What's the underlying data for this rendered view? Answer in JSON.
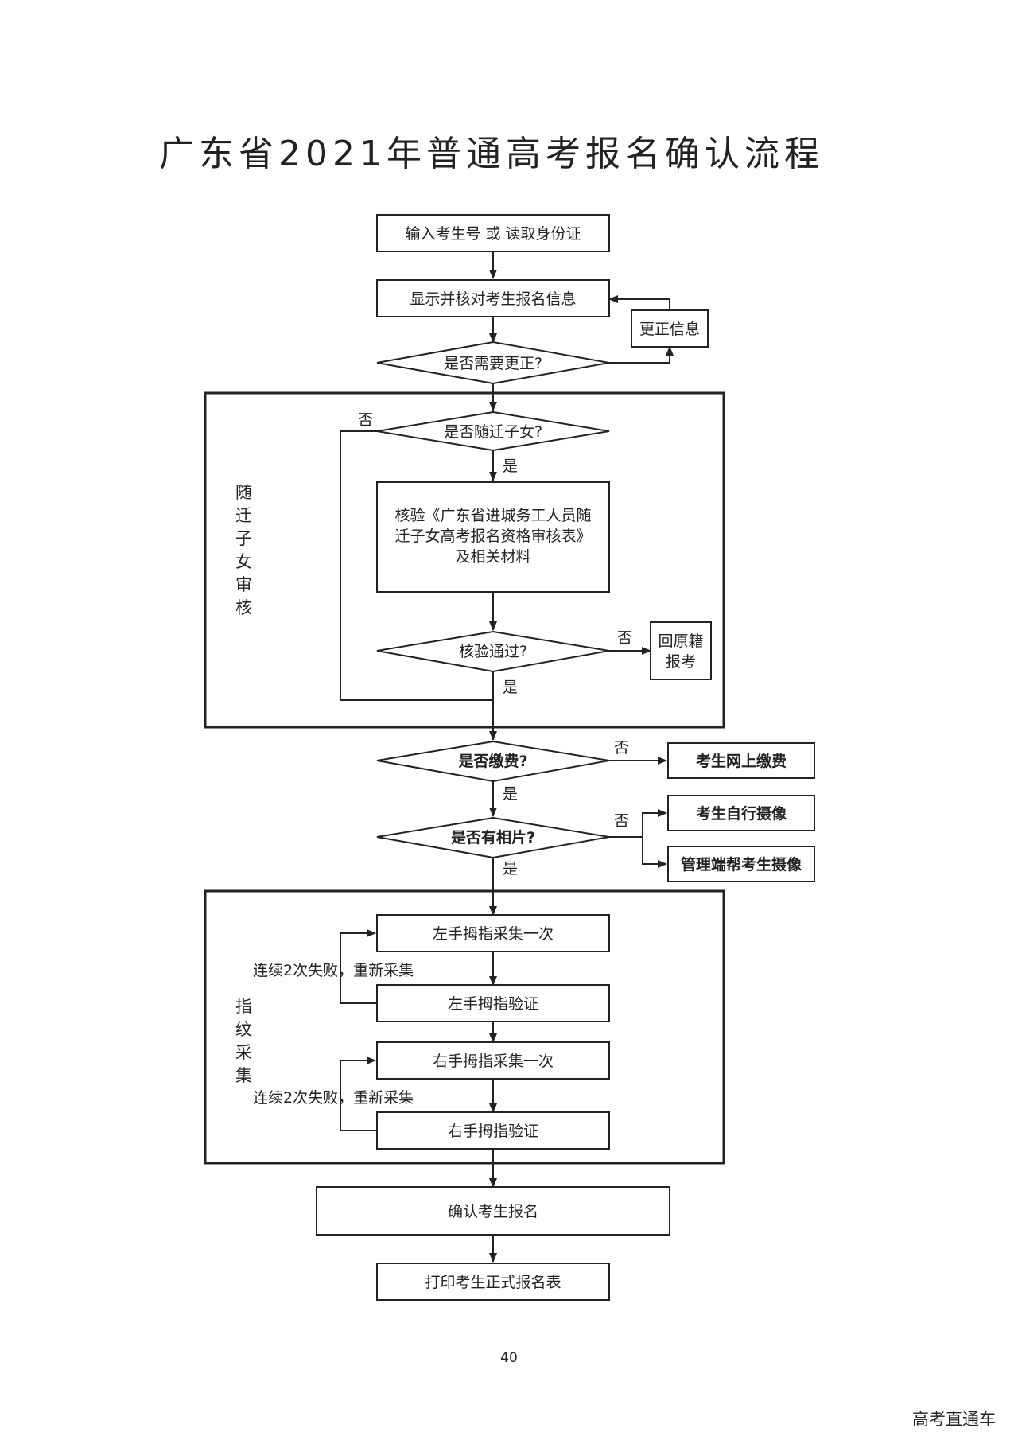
{
  "title": "广东省2021年普通高考报名确认流程",
  "page_number": "40",
  "watermark": "高考直通车",
  "nodes": {
    "input_id": "输入考生号 或 读取身份证",
    "display_info": "显示并核对考生报名信息",
    "correct_info": "更正信息",
    "need_correct": "是否需要更正?",
    "is_migrant": "是否随迁子女?",
    "verify_form_line1": "核验《广东省进城务工人员随",
    "verify_form_line2": "迁子女高考报名资格审核表》",
    "verify_form_line3": "及相关材料",
    "verify_passed": "核验通过?",
    "return_home_line1": "回原籍",
    "return_home_line2": "报考",
    "is_paid": "是否缴费?",
    "pay_online": "考生网上缴费",
    "has_photo": "是否有相片?",
    "self_photo": "考生自行摄像",
    "admin_photo": "管理端帮考生摄像",
    "left_capture": "左手拇指采集一次",
    "left_verify": "左手拇指验证",
    "right_capture": "右手拇指采集一次",
    "right_verify": "右手拇指验证",
    "confirm": "确认考生报名",
    "print_form": "打印考生正式报名表"
  },
  "groups": {
    "migrant_review": [
      "随",
      "迁",
      "子",
      "女",
      "审",
      "核"
    ],
    "fingerprint": [
      "指",
      "纹",
      "采",
      "集"
    ]
  },
  "labels": {
    "yes": "是",
    "no": "否",
    "retry": "连续2次失败，重新采集"
  }
}
